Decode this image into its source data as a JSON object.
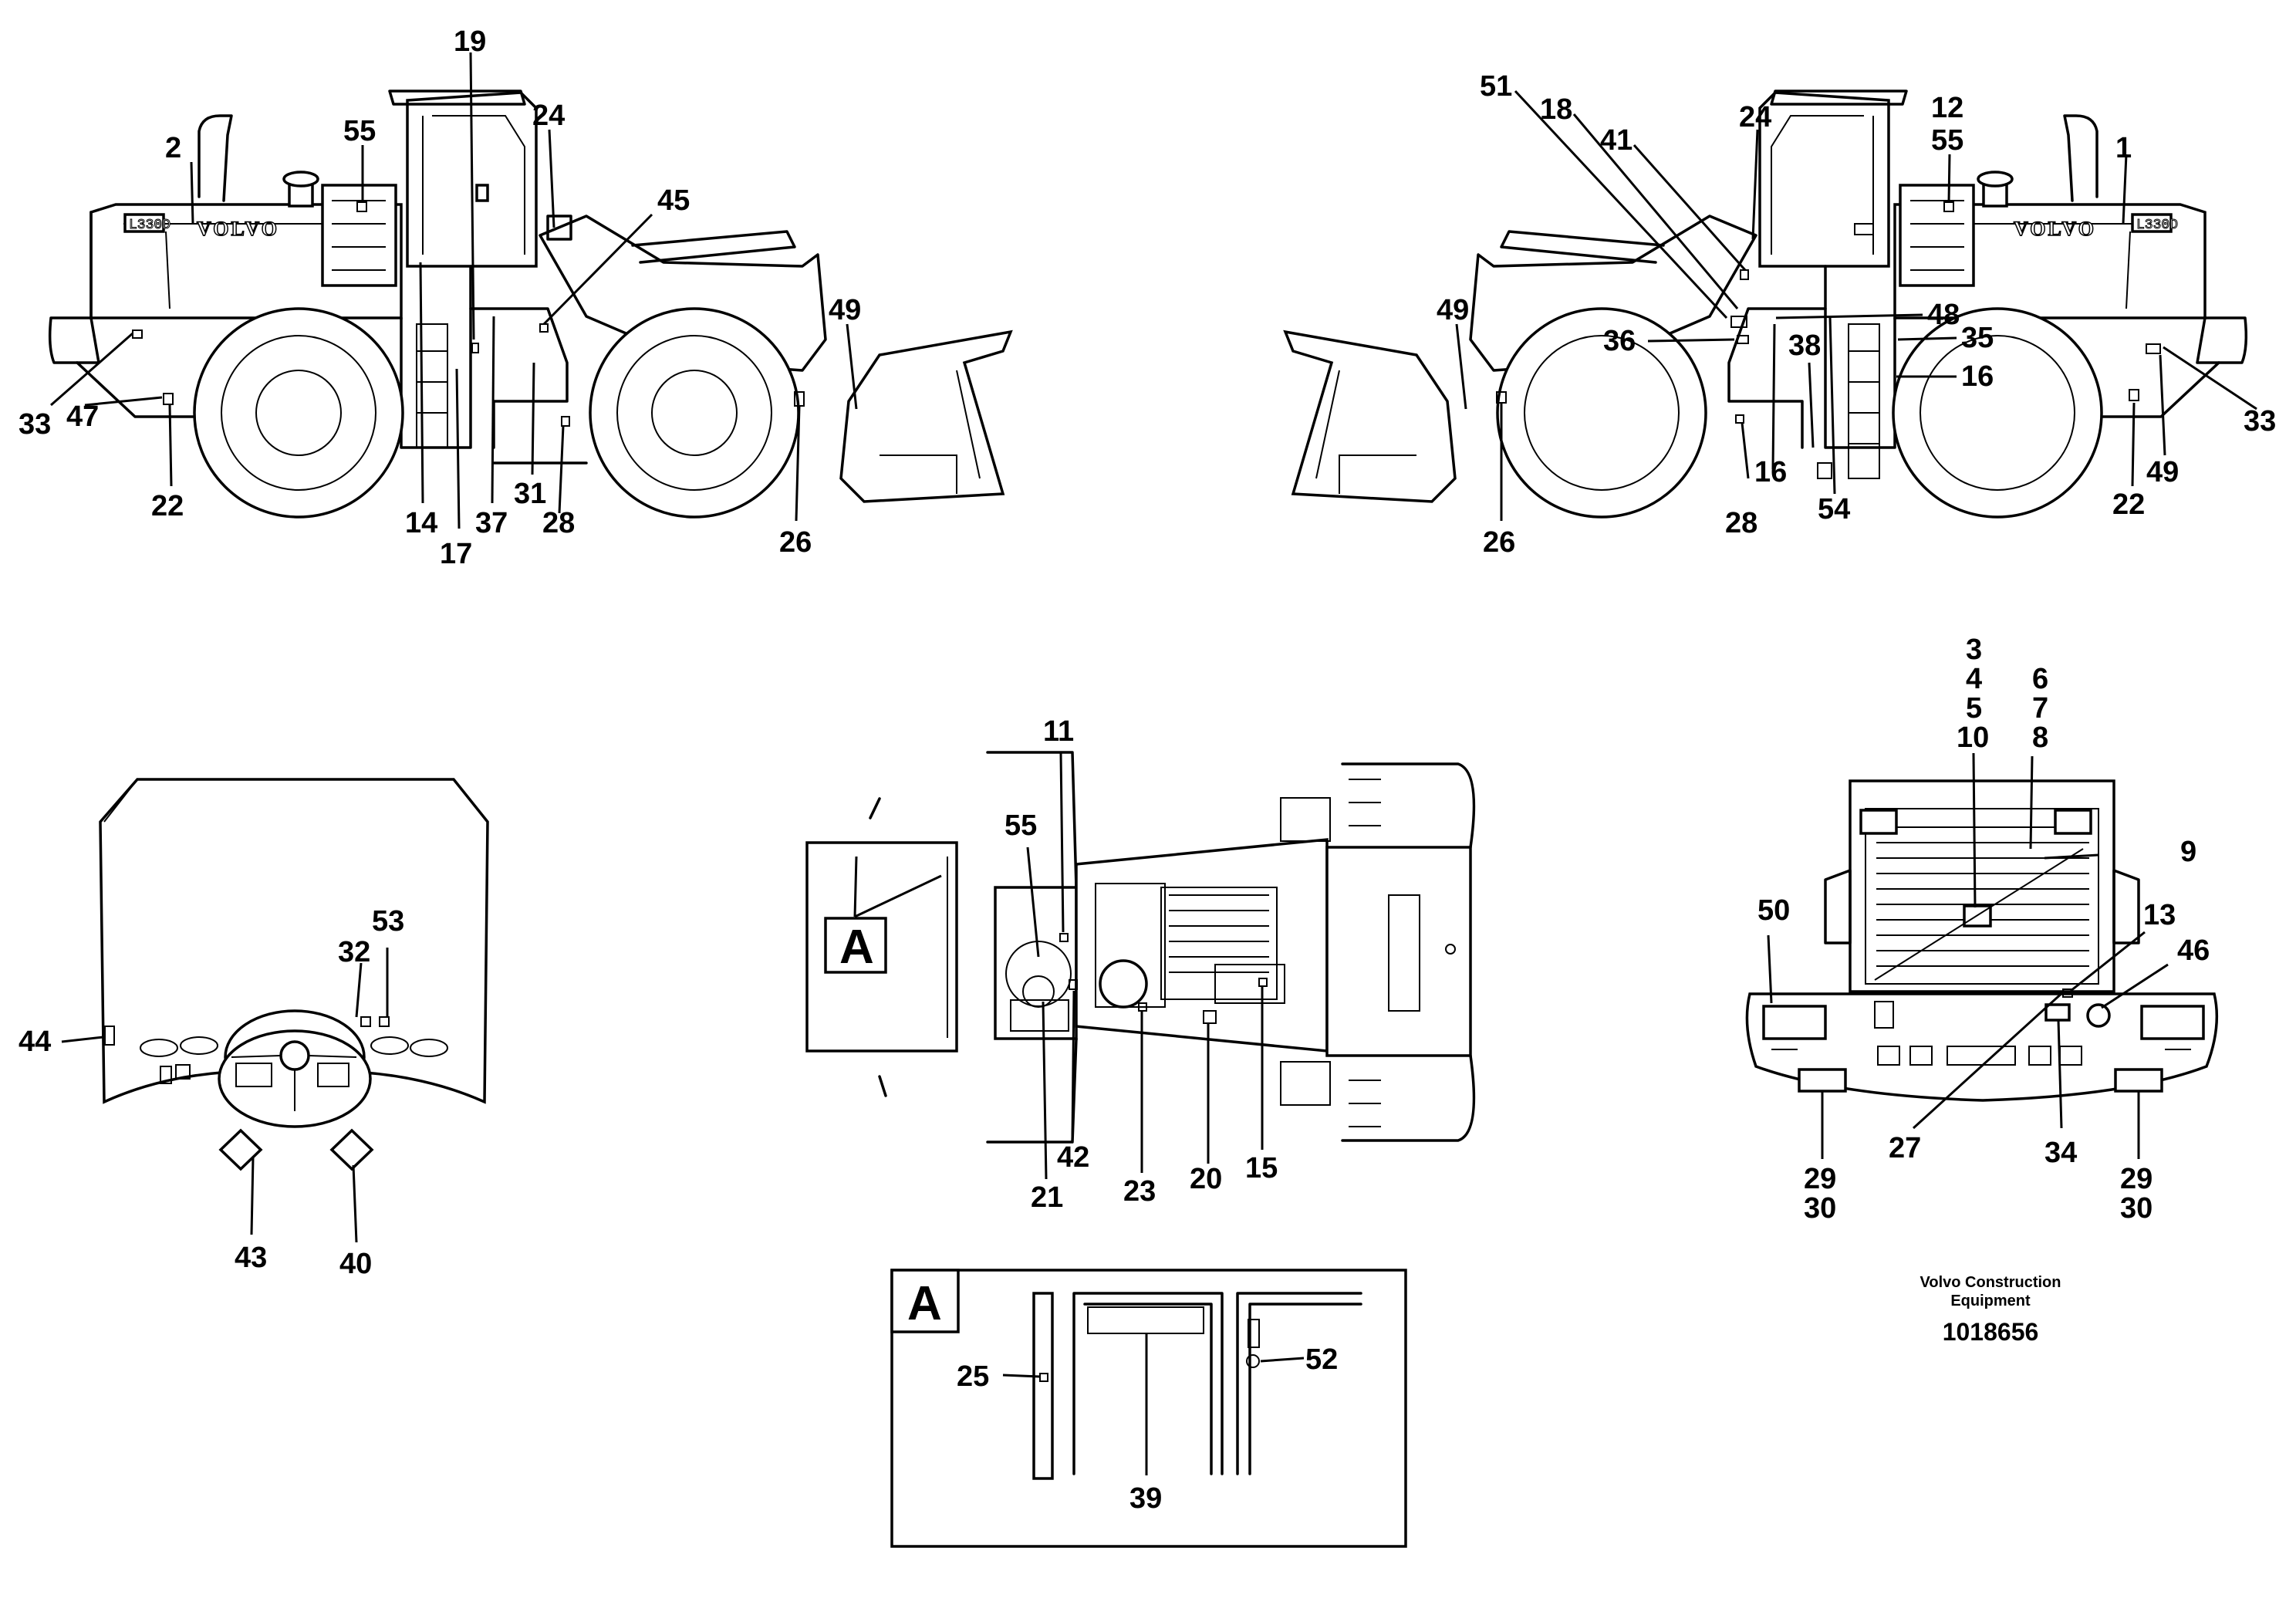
{
  "machine": {
    "brand": "VOLVO",
    "model": "L330D"
  },
  "views": {
    "left_side": {
      "callouts": [
        "19",
        "55",
        "24",
        "2",
        "45",
        "49",
        "33",
        "47",
        "22",
        "14",
        "17",
        "37",
        "31",
        "28",
        "26"
      ]
    },
    "right_side": {
      "callouts": [
        "51",
        "18",
        "41",
        "24",
        "12",
        "55",
        "1",
        "49",
        "36",
        "48",
        "35",
        "38",
        "16",
        "33",
        "26",
        "28",
        "16",
        "54",
        "22",
        "49"
      ]
    },
    "cab_dashboard": {
      "callouts": [
        "53",
        "32",
        "44",
        "43",
        "40"
      ]
    },
    "top_view": {
      "detail_marker": "A",
      "callouts": [
        "11",
        "55",
        "21",
        "42",
        "23",
        "20",
        "15"
      ]
    },
    "rear_view": {
      "callouts": [
        "3",
        "4",
        "5",
        "10",
        "6",
        "7",
        "8",
        "9",
        "50",
        "13",
        "46",
        "29",
        "30",
        "27",
        "34",
        "29",
        "30"
      ]
    },
    "detail_a": {
      "title": "A",
      "callouts": [
        "25",
        "52",
        "39"
      ]
    }
  },
  "footer": {
    "company": "Volvo Construction Equipment",
    "drawing_number": "1018656"
  }
}
